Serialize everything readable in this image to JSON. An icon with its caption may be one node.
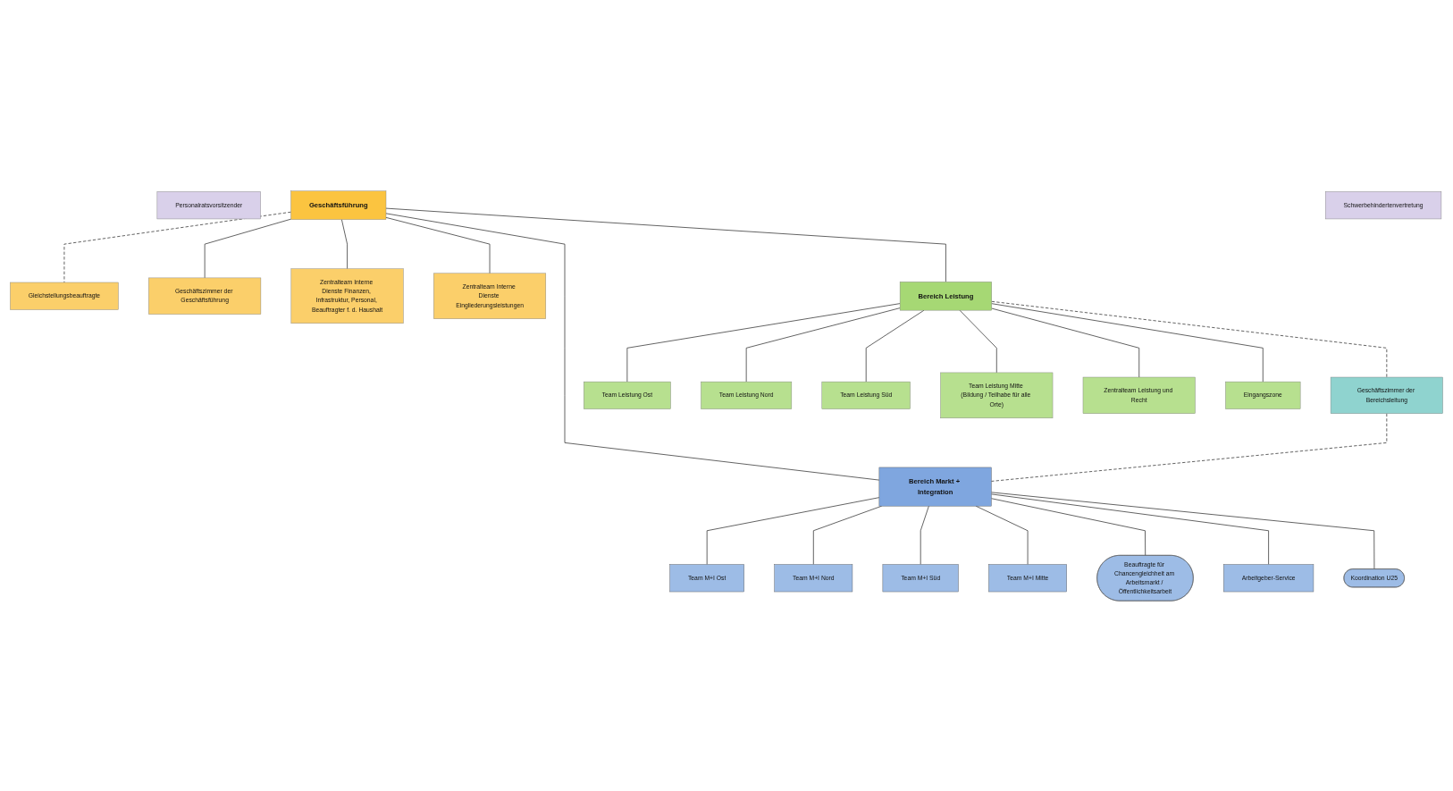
{
  "diagram": {
    "nodes": [
      {
        "text": [
          "Personalratsvorsitzender"
        ]
      },
      {
        "text": [
          "Geschäftsführung"
        ]
      },
      {
        "text": [
          "Schwerbehindertenvertretung"
        ]
      },
      {
        "text": [
          "Gleichstellungsbeauftragte"
        ]
      },
      {
        "text": [
          "Geschäftszimmer der Geschäftsführung"
        ]
      },
      {
        "text": [
          "Zentralteam Interne Dienste Finanzen, Infrastruktur, Personal, Beauftragter f. d. Haushalt"
        ]
      },
      {
        "text": [
          "Zentralteam Interne Dienste Eingliederungsleistungen"
        ]
      },
      {
        "text": [
          "Bereich Leistung"
        ]
      },
      {
        "text": [
          "Geschäftszimmer der Bereichsleitung"
        ]
      },
      {
        "text": [
          "Bereich Markt + Integration"
        ]
      },
      {
        "text": [
          "Team Leistung Ost"
        ]
      },
      {
        "text": [
          "Team Leistung Nord"
        ]
      },
      {
        "text": [
          "Team Leistung Süd"
        ]
      },
      {
        "text": [
          "Team Leistung Mitte (Bildung / Teilhabe für alle Orte)"
        ]
      },
      {
        "text": [
          "Zentralteam Leistung und Recht"
        ]
      },
      {
        "text": [
          "Eingangszone"
        ]
      },
      {
        "text": [
          "Team M+I Ost"
        ]
      },
      {
        "text": [
          "Team M+I Nord"
        ]
      },
      {
        "text": [
          "Team M+I Süd"
        ]
      },
      {
        "text": [
          "Team M+I Mitte"
        ]
      },
      {
        "text": [
          "Beauftragte für Chancengleichheit am Arbeitsmarkt / Öffentlichkeitsarbeit"
        ]
      },
      {
        "text": [
          "Arbeitgeber-Service"
        ]
      },
      {
        "text": [
          "Koordination U25"
        ]
      }
    ],
    "edges": [
      {
        "from": 1,
        "to": 3,
        "arrow": "none",
        "style": "dashed"
      },
      {
        "from": 1,
        "to": 4,
        "arrow": "none"
      },
      {
        "from": 1,
        "to": 5,
        "arrow": "none"
      },
      {
        "from": 1,
        "to": 6,
        "arrow": "none"
      },
      {
        "from": 1,
        "to": 7,
        "arrow": "none"
      },
      {
        "from": 1,
        "to": 9,
        "arrow": "none"
      },
      {
        "from": 7,
        "to": 8,
        "arrow": "none",
        "style": "dashed"
      },
      {
        "from": 8,
        "to": 9,
        "arrow": "none",
        "style": "dashed"
      },
      {
        "from": 7,
        "to": 10,
        "arrow": "none"
      },
      {
        "from": 7,
        "to": 11,
        "arrow": "none"
      },
      {
        "from": 7,
        "to": 12,
        "arrow": "none"
      },
      {
        "from": 7,
        "to": 13,
        "arrow": "none"
      },
      {
        "from": 7,
        "to": 14,
        "arrow": "none"
      },
      {
        "from": 7,
        "to": 15,
        "arrow": "none"
      },
      {
        "from": 9,
        "to": 16,
        "arrow": "none"
      },
      {
        "from": 9,
        "to": 17,
        "arrow": "none"
      },
      {
        "from": 9,
        "to": 18,
        "arrow": "none"
      },
      {
        "from": 9,
        "to": 19,
        "arrow": "none"
      },
      {
        "from": 9,
        "to": 20,
        "arrow": "none"
      },
      {
        "from": 9,
        "to": 21,
        "arrow": "none"
      },
      {
        "from": 9,
        "to": 22,
        "arrow": "none"
      }
    ]
  }
}
